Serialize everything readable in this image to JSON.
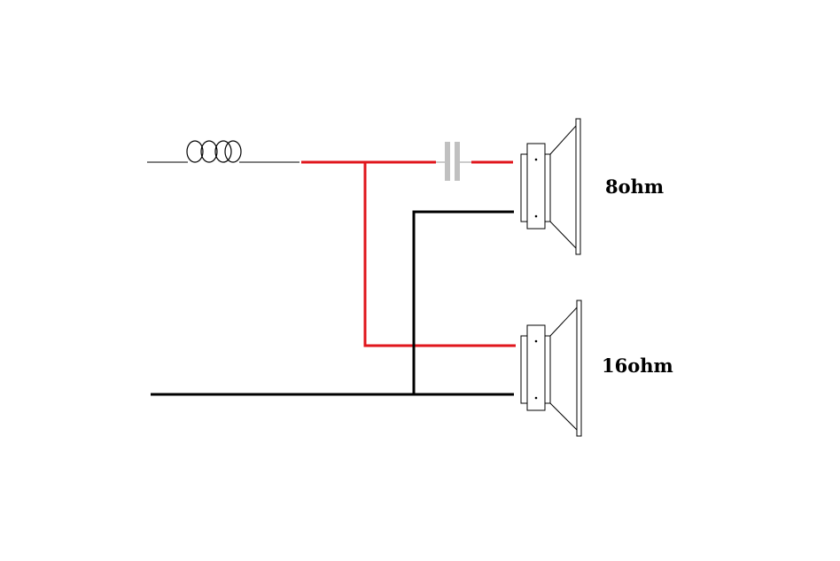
{
  "diagram": {
    "colors": {
      "background": "#ffffff",
      "positive_wire": "#e0161c",
      "negative_wire": "#000000",
      "signal_wire": "#000000",
      "capacitor": "#c0c0c0",
      "speaker_outline": "#000000"
    },
    "components": [
      {
        "kind": "inductor",
        "turns": 4
      },
      {
        "kind": "capacitor"
      },
      {
        "kind": "speaker",
        "label": "8ohm"
      },
      {
        "kind": "speaker",
        "label": "16ohm"
      }
    ],
    "labels": {
      "speaker_top": "8ohm",
      "speaker_bottom": "16ohm"
    }
  }
}
